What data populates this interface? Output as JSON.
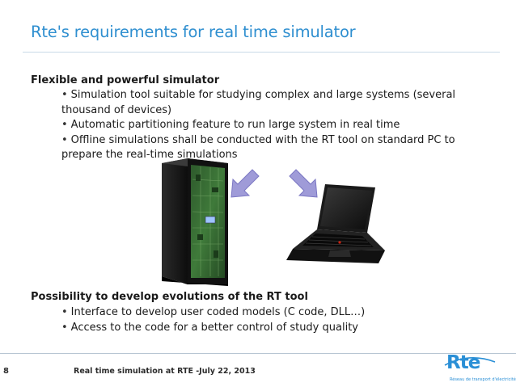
{
  "slide": {
    "title": "Rte's requirements for real time simulator",
    "section1": {
      "heading": "Flexible and powerful simulator",
      "bullets": [
        "Simulation tool suitable for studying complex  and large systems (several thousand of devices)",
        "Automatic partitioning feature to run large system in real time",
        "Offline simulations shall be conducted with the RT tool on standard PC to prepare the real-time simulations"
      ]
    },
    "section2": {
      "heading": "Possibility to develop evolutions of the RT tool",
      "bullets": [
        "Interface to develop user coded models (C code, DLL…)",
        "Access to the code for a better control of study quality"
      ]
    },
    "bullet_glyph": "•"
  },
  "footer": {
    "page_number": "8",
    "caption": "Real time simulation at RTE -July 22, 2013",
    "logo_text": "Rte",
    "logo_subtitle": "Réseau de transport d'électricité"
  },
  "colors": {
    "title": "#2f8fd0",
    "arrow": "#9f9bd8",
    "logo": "#2a8fd6"
  },
  "icons": {
    "server": "rack-server-icon",
    "laptop": "laptop-icon",
    "arrow_left": "arrow-down-left-icon",
    "arrow_right": "arrow-down-right-icon"
  }
}
